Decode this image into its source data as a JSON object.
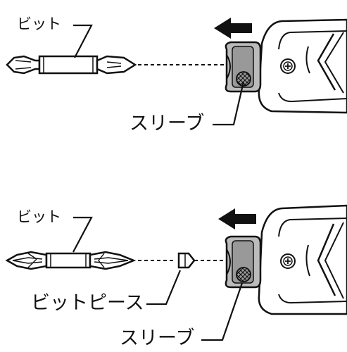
{
  "diagram": {
    "top_panel": {
      "bit_label": "ビット",
      "sleeve_label": "スリーブ"
    },
    "bottom_panel": {
      "bit_label": "ビット",
      "bit_piece_label": "ビットピース",
      "sleeve_label": "スリーブ"
    },
    "colors": {
      "line": "#111111",
      "chuck_fill": "#cccccc",
      "sleeve_fill": "#9a9a9a",
      "tool_fill": "#ffffff"
    },
    "icons": [
      "arrow-left-icon",
      "screw-icon",
      "knurl-pattern"
    ]
  }
}
